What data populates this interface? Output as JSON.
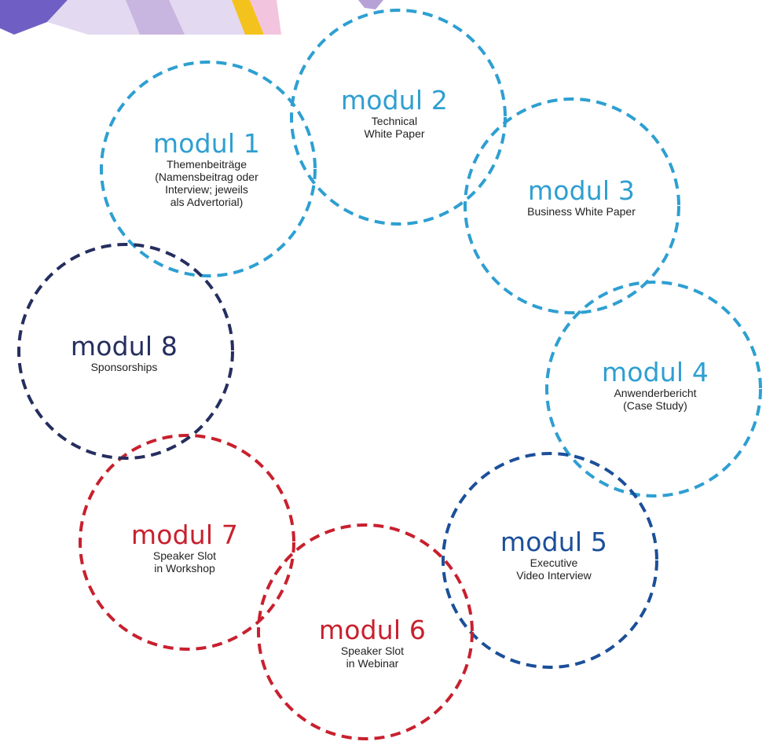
{
  "colors": {
    "light_blue": "#2e9fd1",
    "dark_blue": "#1b4f99",
    "navy": "#252e5e",
    "red": "#c8202e",
    "banner_purple": "#6f5fc4",
    "banner_lavender": "#c8b5e0",
    "banner_yellow": "#f4c21d",
    "banner_pink": "#e890c4"
  },
  "modules": [
    {
      "title": "modul 1",
      "desc": "Themenbeiträge\n(Namensbeitrag oder\nInterview; jeweils\nals Advertorial)",
      "color": "light_blue"
    },
    {
      "title": "modul 2",
      "desc": "Technical\nWhite Paper",
      "color": "light_blue"
    },
    {
      "title": "modul 3",
      "desc": "Business White Paper",
      "color": "light_blue"
    },
    {
      "title": "modul 4",
      "desc": "Anwenderbericht\n(Case Study)",
      "color": "light_blue"
    },
    {
      "title": "modul 5",
      "desc": "Executive\nVideo Interview",
      "color": "dark_blue"
    },
    {
      "title": "modul 6",
      "desc": "Speaker Slot\nin Webinar",
      "color": "red"
    },
    {
      "title": "modul 7",
      "desc": "Speaker Slot\nin Workshop",
      "color": "red"
    },
    {
      "title": "modul 8",
      "desc": "Sponsorships",
      "color": "navy"
    }
  ]
}
